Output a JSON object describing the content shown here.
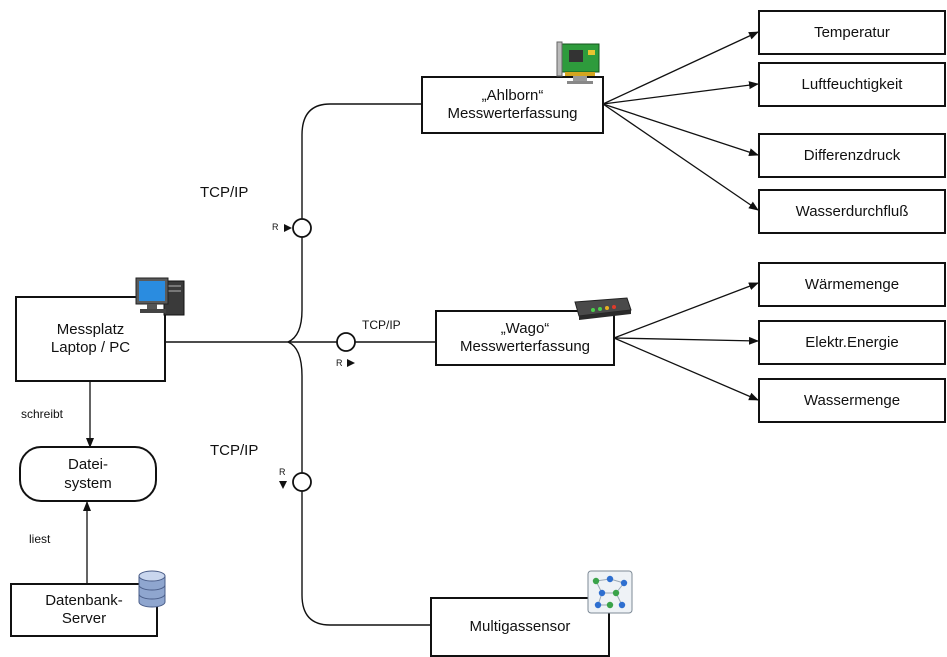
{
  "nodes": {
    "messplatz": {
      "line1": "Messplatz",
      "line2": "Laptop / PC"
    },
    "dateisystem": {
      "line1": "Datei-",
      "line2": "system"
    },
    "datenbank": {
      "line1": "Datenbank-",
      "line2": "Server"
    },
    "ahlborn": {
      "line1": "„Ahlborn“",
      "line2": "Messwerterfassung"
    },
    "wago": {
      "line1": "„Wago“",
      "line2": "Messwerterfassung"
    },
    "multigas": {
      "line1": "Multigassensor"
    }
  },
  "outputs": {
    "ahlborn": [
      "Temperatur",
      "Luftfeuchtigkeit",
      "Differenzdruck",
      "Wasserdurchfluß"
    ],
    "wago": [
      "Wärmemenge",
      "Elektr.Energie",
      "Wassermenge"
    ]
  },
  "labels": {
    "tcp_top": "TCP/IP",
    "tcp_mid": "TCP/IP",
    "tcp_bottom": "TCP/IP",
    "schreibt": "schreibt",
    "liest": "liest",
    "r": "R"
  },
  "icons": {
    "messplatz": "computer-icon",
    "ahlborn": "network-card-icon",
    "wago": "router-icon",
    "multigas": "network-grid-icon",
    "datenbank": "database-icon"
  }
}
